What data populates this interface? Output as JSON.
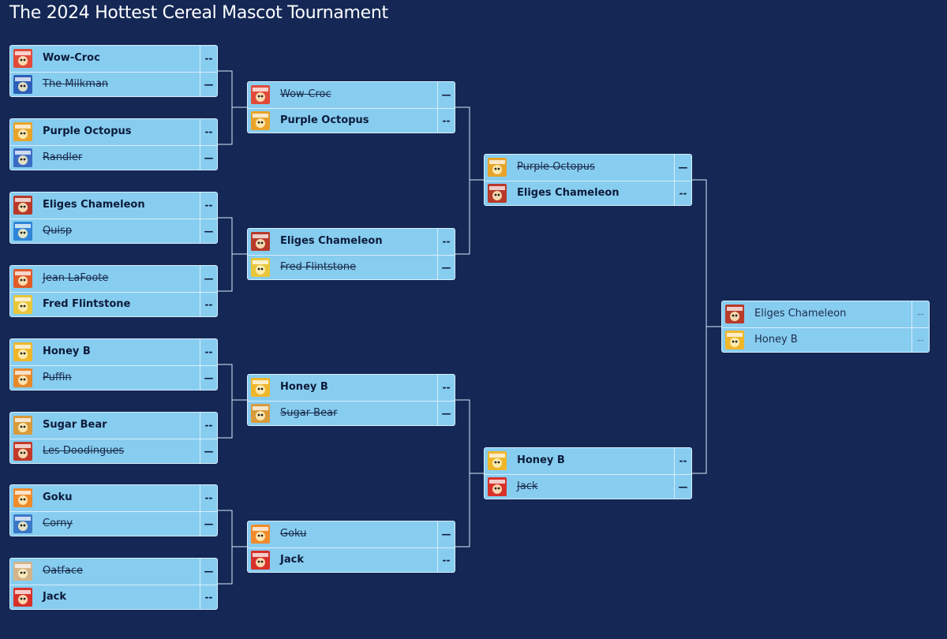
{
  "title": "The 2024 Hottest Cereal Mascot Tournament",
  "colors": {
    "background": "#142755",
    "box": "#87cdf0",
    "border": "#d8eefb",
    "connector": "#d8eefb"
  },
  "rounds": [
    {
      "name": "",
      "matches": [
        {
          "entries": [
            {
              "name": "Wow-Croc",
              "status": "winner",
              "score": "--",
              "icon": "cereal-box-icon",
              "box_color": "#e24a3a"
            },
            {
              "name": "The Milkman",
              "status": "loser",
              "score": "—",
              "icon": "cereal-box-icon",
              "box_color": "#2d5fb8"
            }
          ]
        },
        {
          "entries": [
            {
              "name": "Purple Octopus",
              "status": "winner",
              "score": "--",
              "icon": "cereal-box-icon",
              "box_color": "#e8a42a"
            },
            {
              "name": "Randler",
              "status": "loser",
              "score": "—",
              "icon": "cereal-box-icon",
              "box_color": "#3a6cc4"
            }
          ]
        },
        {
          "entries": [
            {
              "name": "Eliges Chameleon",
              "status": "winner",
              "score": "--",
              "icon": "cereal-box-icon",
              "box_color": "#b83a2a"
            },
            {
              "name": "Quisp",
              "status": "loser",
              "score": "—",
              "icon": "cereal-box-icon",
              "box_color": "#2f86d8"
            }
          ]
        },
        {
          "entries": [
            {
              "name": "Jean LaFoote",
              "status": "loser",
              "score": "—",
              "icon": "cereal-box-icon",
              "box_color": "#e05a2a"
            },
            {
              "name": "Fred Flintstone",
              "status": "winner",
              "score": "--",
              "icon": "cereal-box-icon",
              "box_color": "#e8c63a"
            }
          ]
        },
        {
          "entries": [
            {
              "name": "Honey B",
              "status": "winner",
              "score": "--",
              "icon": "cereal-box-icon",
              "box_color": "#f0b62a"
            },
            {
              "name": "Puffin",
              "status": "loser",
              "score": "—",
              "icon": "cereal-box-icon",
              "box_color": "#e6892a"
            }
          ]
        },
        {
          "entries": [
            {
              "name": "Sugar Bear",
              "status": "winner",
              "score": "--",
              "icon": "cereal-box-icon",
              "box_color": "#d89a3a"
            },
            {
              "name": "Les Doodingues",
              "status": "loser",
              "score": "—",
              "icon": "cereal-box-icon",
              "box_color": "#c33a2a"
            }
          ]
        },
        {
          "entries": [
            {
              "name": "Goku",
              "status": "winner",
              "score": "--",
              "icon": "cereal-box-icon",
              "box_color": "#f08a2a"
            },
            {
              "name": "Corny",
              "status": "loser",
              "score": "—",
              "icon": "cereal-box-icon",
              "box_color": "#3a78c8"
            }
          ]
        },
        {
          "entries": [
            {
              "name": "Oatface",
              "status": "loser",
              "score": "—",
              "icon": "cereal-box-icon",
              "box_color": "#d4b48a"
            },
            {
              "name": "Jack",
              "status": "winner",
              "score": "--",
              "icon": "cereal-box-icon",
              "box_color": "#d8302a"
            }
          ]
        }
      ]
    },
    {
      "name": "",
      "matches": [
        {
          "entries": [
            {
              "name": "Wow-Croc",
              "status": "loser",
              "score": "—",
              "icon": "cereal-box-icon",
              "box_color": "#e24a3a"
            },
            {
              "name": "Purple Octopus",
              "status": "winner",
              "score": "--",
              "icon": "cereal-box-icon",
              "box_color": "#e8a42a"
            }
          ]
        },
        {
          "entries": [
            {
              "name": "Eliges Chameleon",
              "status": "winner",
              "score": "--",
              "icon": "cereal-box-icon",
              "box_color": "#b83a2a"
            },
            {
              "name": "Fred Flintstone",
              "status": "loser",
              "score": "—",
              "icon": "cereal-box-icon",
              "box_color": "#e8c63a"
            }
          ]
        },
        {
          "entries": [
            {
              "name": "Honey B",
              "status": "winner",
              "score": "--",
              "icon": "cereal-box-icon",
              "box_color": "#f0b62a"
            },
            {
              "name": "Sugar Bear",
              "status": "loser",
              "score": "—",
              "icon": "cereal-box-icon",
              "box_color": "#d89a3a"
            }
          ]
        },
        {
          "entries": [
            {
              "name": "Goku",
              "status": "loser",
              "score": "—",
              "icon": "cereal-box-icon",
              "box_color": "#f08a2a"
            },
            {
              "name": "Jack",
              "status": "winner",
              "score": "--",
              "icon": "cereal-box-icon",
              "box_color": "#d8302a"
            }
          ]
        }
      ]
    },
    {
      "name": "",
      "matches": [
        {
          "entries": [
            {
              "name": "Purple Octopus",
              "status": "loser",
              "score": "—",
              "icon": "cereal-box-icon",
              "box_color": "#e8a42a"
            },
            {
              "name": "Eliges Chameleon",
              "status": "winner",
              "score": "--",
              "icon": "cereal-box-icon",
              "box_color": "#b83a2a"
            }
          ]
        },
        {
          "entries": [
            {
              "name": "Honey B",
              "status": "winner",
              "score": "--",
              "icon": "cereal-box-icon",
              "box_color": "#f0b62a"
            },
            {
              "name": "Jack",
              "status": "loser",
              "score": "—",
              "icon": "cereal-box-icon",
              "box_color": "#d8302a"
            }
          ]
        }
      ]
    },
    {
      "name": "",
      "matches": [
        {
          "entries": [
            {
              "name": "Eliges Chameleon",
              "status": "pending",
              "score": "--",
              "icon": "cereal-box-icon",
              "box_color": "#b83a2a"
            },
            {
              "name": "Honey B",
              "status": "pending",
              "score": "--",
              "icon": "cereal-box-icon",
              "box_color": "#f0b62a"
            }
          ]
        }
      ]
    }
  ]
}
